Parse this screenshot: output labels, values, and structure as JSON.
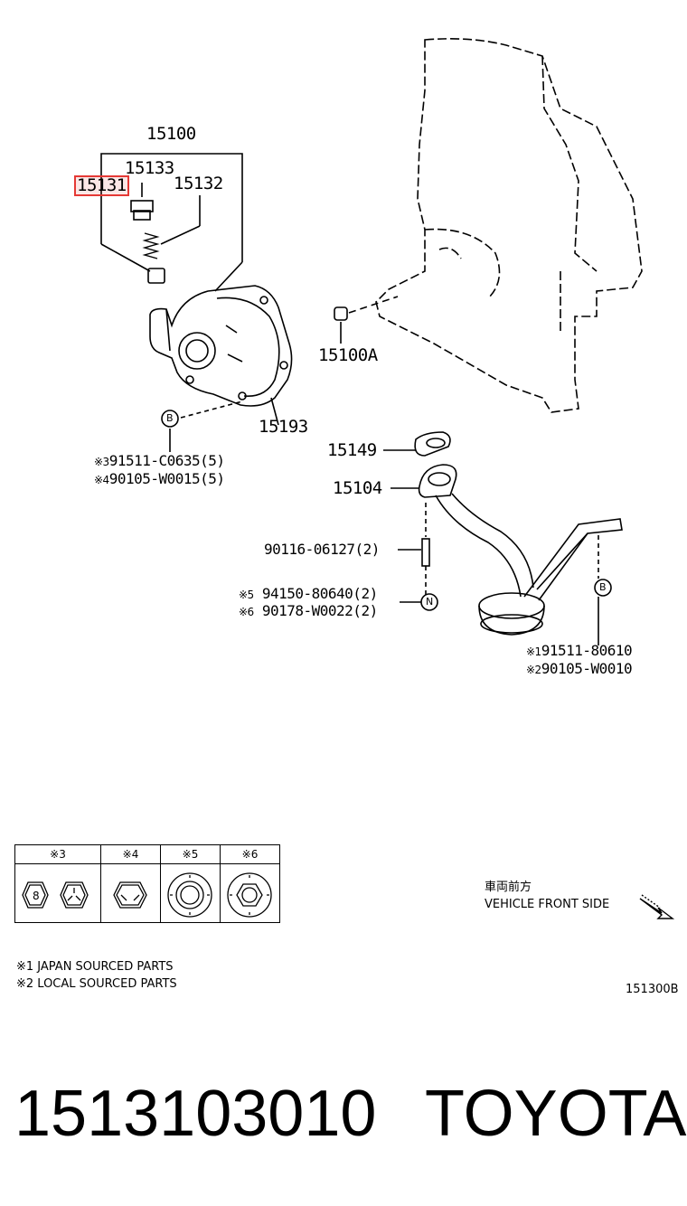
{
  "labels": {
    "p15100": "15100",
    "p15133": "15133",
    "p15131": "15131",
    "p15132": "15132",
    "p15193": "15193",
    "p15100A": "15100A",
    "p15149": "15149",
    "p15104": "15104",
    "bolt_b_top": "B",
    "bolt_b_right": "B",
    "bolt_n": "N"
  },
  "callouts": {
    "r3_mark": "※3",
    "r3_part": "91511-C0635(5)",
    "r4_mark": "※4",
    "r4_part": "90105-W0015(5)",
    "s1": "90116-06127(2)",
    "r5_mark": "※5",
    "r5_part": "94150-80640(2)",
    "r6_mark": "※6",
    "r6_part": "90178-W0022(2)",
    "r1_mark": "※1",
    "r1_part": "91511-80610",
    "r2_mark": "※2",
    "r2_part": "90105-W0010"
  },
  "legend_table": {
    "headers": [
      "※3",
      "※4",
      "※5",
      "※6"
    ],
    "hex_digit": "8"
  },
  "direction": {
    "japanese": "車両前方",
    "english": "VEHICLE FRONT SIDE"
  },
  "notes": {
    "n1": "※1 JAPAN SOURCED PARTS",
    "n2": "※2 LOCAL SOURCED PARTS"
  },
  "diagram_code": "151300B",
  "footer": {
    "part_number": "1513103010",
    "brand": "TOYOTA"
  },
  "highlight_color": "#e53935"
}
